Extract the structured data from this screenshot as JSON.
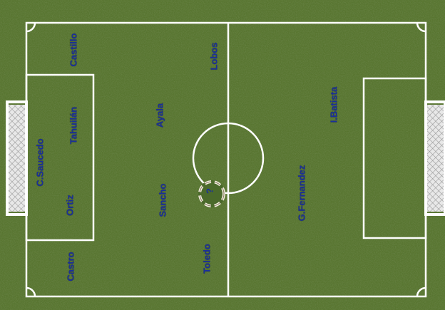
{
  "colors": {
    "grass_dark": "#3f5a23",
    "grass_light": "#5e7a35",
    "lines": "#ffffff",
    "player_text": "#1a2f9c"
  },
  "players": [
    {
      "key": "castillo",
      "name": "Castillo"
    },
    {
      "key": "lobos",
      "name": "Lobos"
    },
    {
      "key": "tahuilan",
      "name": "Tahuilán"
    },
    {
      "key": "ayala",
      "name": "Ayala"
    },
    {
      "key": "c-saucedo",
      "name": "C.Saucedo"
    },
    {
      "key": "ortiz",
      "name": "Ortiz"
    },
    {
      "key": "sancho",
      "name": "Sancho"
    },
    {
      "key": "castro",
      "name": "Castro"
    },
    {
      "key": "toledo",
      "name": "Toledo"
    },
    {
      "key": "g-fernandez",
      "name": "G.Fernandez"
    },
    {
      "key": "i-batista",
      "name": "I.Batista"
    }
  ],
  "ball": {
    "marker": "?"
  }
}
